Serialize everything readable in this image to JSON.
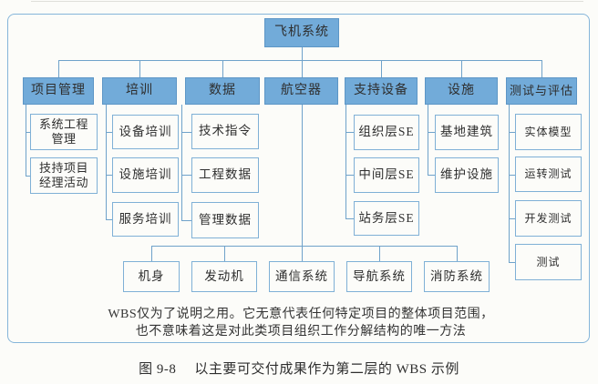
{
  "figure": {
    "type": "wbs-org-chart",
    "colors": {
      "node_fill_blue": "#72abd9",
      "leaf_border_blue": "#7fb0d6",
      "connector_blue": "#6fa2ca",
      "frame_border_blue": "#85b5da",
      "text": "#2e2e2e"
    }
  },
  "tree": {
    "root": {
      "label": "飞机系统"
    },
    "columns": [
      {
        "label": "项目管理",
        "children": [
          {
            "label": "系统工程管理"
          },
          {
            "label": "技持项目经理活动"
          }
        ]
      },
      {
        "label": "培训",
        "children": [
          {
            "label": "设备培训"
          },
          {
            "label": "设施培训"
          },
          {
            "label": "服务培训"
          }
        ]
      },
      {
        "label": "数据",
        "children": [
          {
            "label": "技术指令"
          },
          {
            "label": "工程数据"
          },
          {
            "label": "管理数据"
          }
        ]
      },
      {
        "label": "航空器",
        "children": [
          {
            "label": "机身"
          },
          {
            "label": "发动机"
          },
          {
            "label": "通信系统"
          },
          {
            "label": "导航系统"
          },
          {
            "label": "消防系统"
          }
        ]
      },
      {
        "label": "支持设备",
        "children": [
          {
            "label": "组织层SE"
          },
          {
            "label": "中间层SE"
          },
          {
            "label": "站务层SE"
          }
        ]
      },
      {
        "label": "设施",
        "children": [
          {
            "label": "基地建筑"
          },
          {
            "label": "维护设施"
          }
        ]
      },
      {
        "label": "测试与评估",
        "children": [
          {
            "label": "实体模型"
          },
          {
            "label": "运转测试"
          },
          {
            "label": "开发测试"
          },
          {
            "label": "测试"
          }
        ]
      }
    ]
  },
  "note": {
    "line1": "WBS仅为了说明之用。它无意代表任何特定项目的整体项目范围，",
    "line2": "也不意味着这是对此类项目组织工作分解结构的唯一方法"
  },
  "caption": {
    "figure_label": "图 9-8",
    "text": "以主要可交付成果作为第二层的 WBS 示例"
  }
}
